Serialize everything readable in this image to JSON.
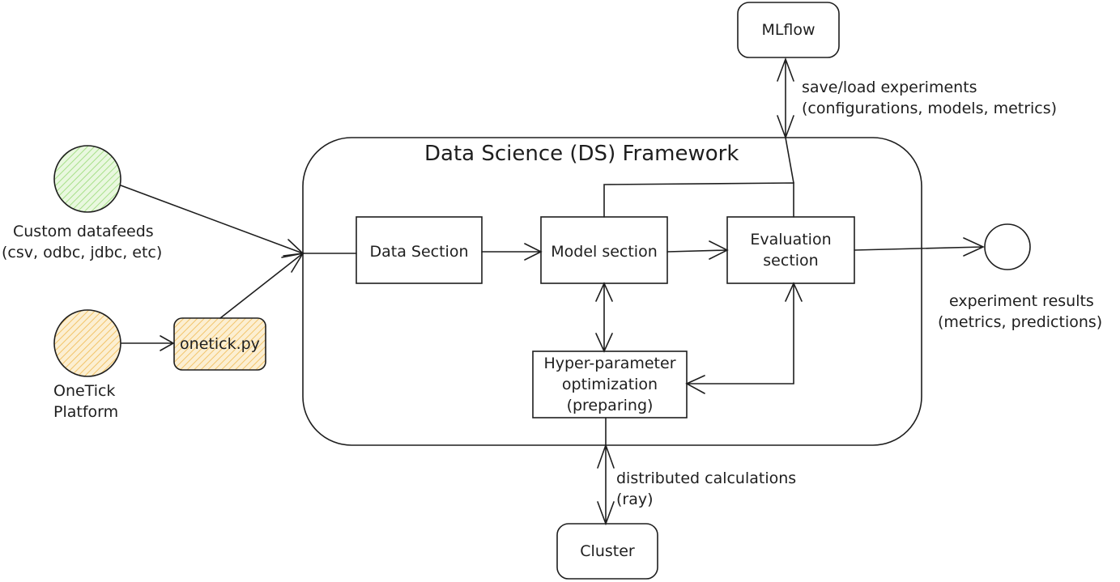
{
  "framework": {
    "title": "Data Science (DS) Framework"
  },
  "nodes": {
    "mlflow": "MLflow",
    "data_section": "Data Section",
    "model_section": "Model section",
    "evaluation_section": [
      "Evaluation",
      "section"
    ],
    "hpo": [
      "Hyper-parameter",
      "optimization",
      "(preparing)"
    ],
    "cluster": "Cluster",
    "onetick_py": "onetick.py"
  },
  "sources": {
    "custom": [
      "Custom datafeeds",
      "(csv, odbc, jdbc, etc)"
    ],
    "onetick": [
      "OneTick",
      "Platform"
    ]
  },
  "output": [
    "experiment results",
    "(metrics, predictions)"
  ],
  "edge_labels": {
    "mlflow": [
      "save/load experiments",
      "(configurations, models, metrics)"
    ],
    "cluster": [
      "distributed calculations",
      "(ray)"
    ]
  },
  "colors": {
    "green": "#b2f2bb",
    "orange": "#ffd8a8",
    "yellow": "#ffec99",
    "stroke": "#1e1e1e"
  }
}
